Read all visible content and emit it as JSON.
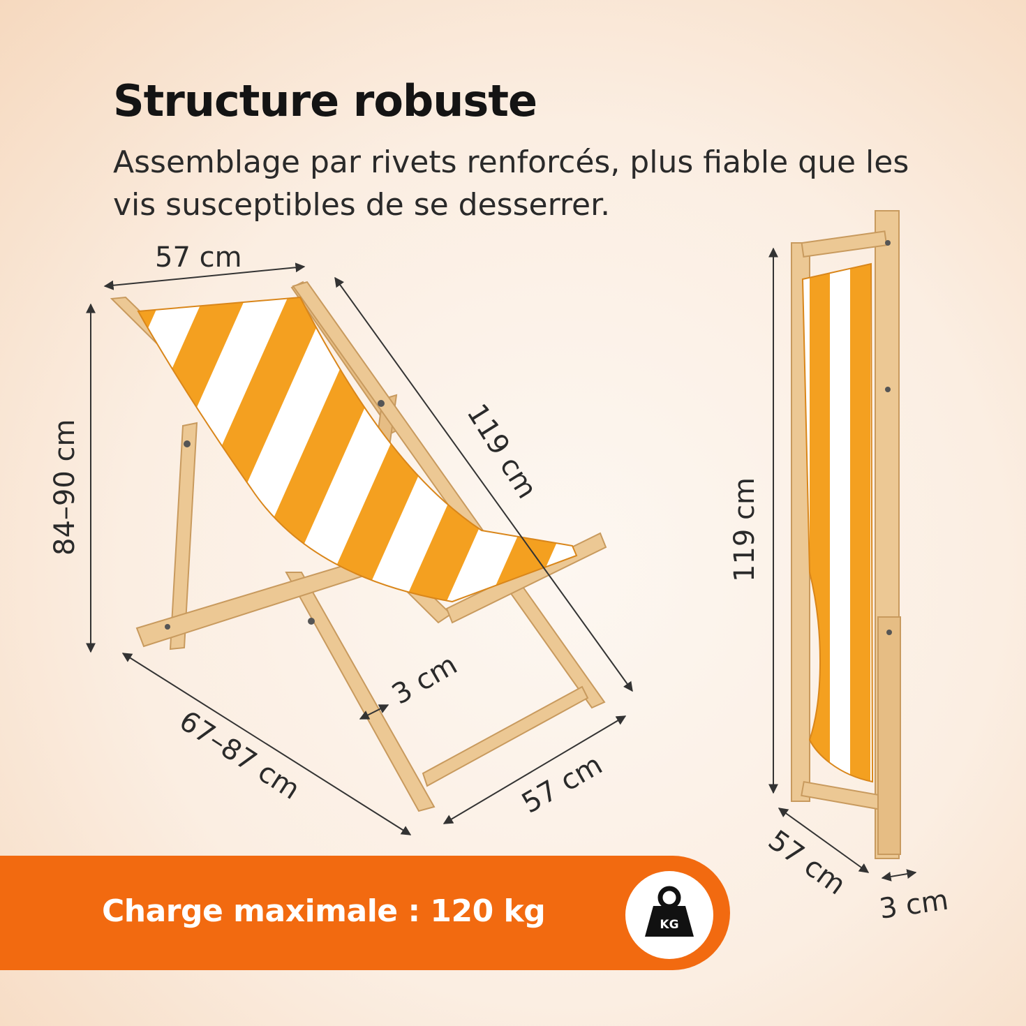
{
  "header": {
    "title": "Structure robuste",
    "subtitle": "Assemblage par rivets renforcés, plus fiable que les vis susceptibles de se desserrer."
  },
  "dimensions": {
    "chair_width_top": "57 cm",
    "chair_length": "119 cm",
    "chair_height": "84–90 cm",
    "chair_depth": "67–87 cm",
    "frame_thickness": "3 cm",
    "chair_width_bottom": "57 cm",
    "folded_height": "119 cm",
    "folded_width": "57 cm",
    "folded_thickness": "3 cm"
  },
  "banner": {
    "text": "Charge maximale : 120 kg",
    "icon_label": "KG"
  },
  "colors": {
    "accent": "#f26a10",
    "stripe_orange": "#f4a020",
    "stripe_white": "#ffffff",
    "wood": "#ecc894"
  },
  "icons": [
    "weight-kg-icon"
  ]
}
